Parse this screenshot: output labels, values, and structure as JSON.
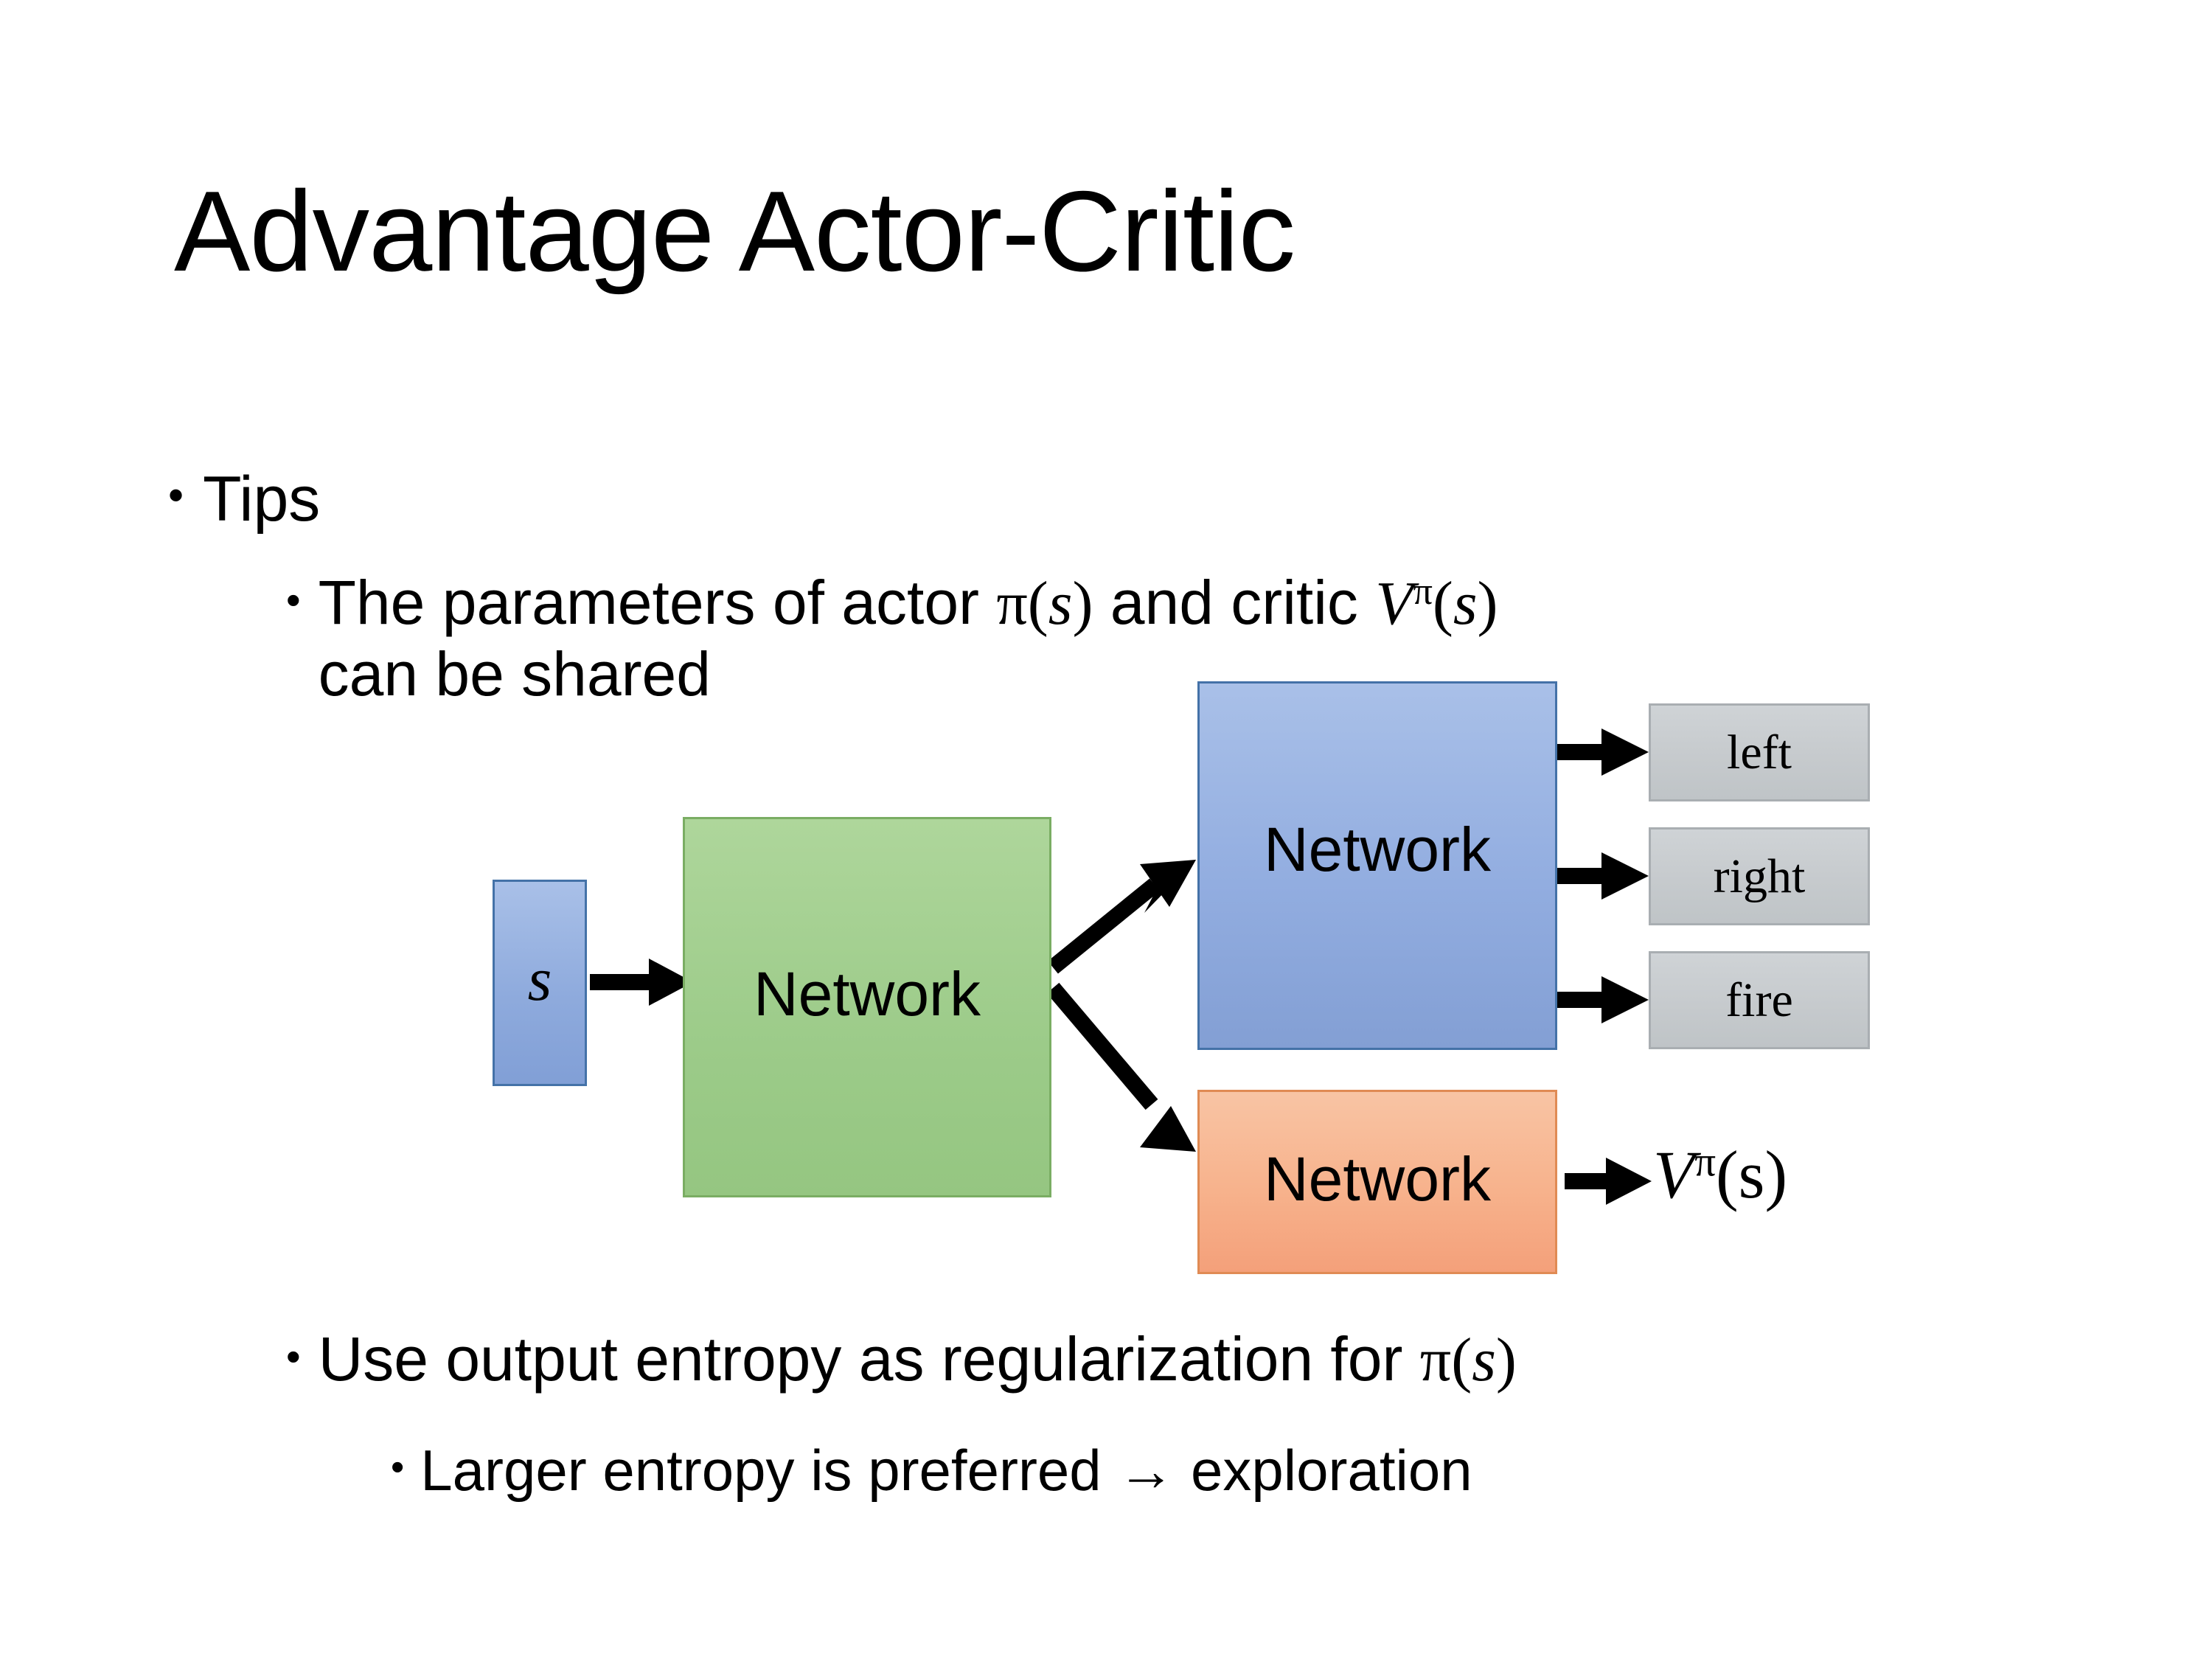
{
  "slide": {
    "title": "Advantage Actor-Critic",
    "background_color": "#ffffff",
    "text_color": "#000000"
  },
  "bullets": [
    {
      "level": 1,
      "marker": "•",
      "text": "Tips"
    },
    {
      "level": 2,
      "marker": "•",
      "text_before": "The parameters of actor ",
      "math_1": "π(s)",
      "text_middle": "  and critic ",
      "math_2": "Vπ(s)",
      "text_after": "can be shared",
      "full_text": "The parameters of actor π(s)  and critic Vπ(s) can be shared"
    },
    {
      "level": 2,
      "marker": "•",
      "text_before": "Use output entropy as regularization for ",
      "math_1": "π(s)",
      "full_text": "Use output entropy as regularization for π(s)"
    },
    {
      "level": 3,
      "marker": "•",
      "text": "Larger entropy is preferred → exploration",
      "arrow_glyph": "→"
    }
  ],
  "diagram": {
    "nodes": {
      "state_input": {
        "label": "s",
        "style": "italic-serif",
        "fill": "#8fabdd",
        "border": "#4472a8"
      },
      "shared_network": {
        "label": "Network",
        "fill": "#9ccb89",
        "border": "#7aad63"
      },
      "actor_network": {
        "label": "Network",
        "fill": "#92ade0",
        "border": "#4472a8"
      },
      "critic_network": {
        "label": "Network",
        "fill": "#f7b28c",
        "border": "#e08b54"
      }
    },
    "action_outputs": [
      {
        "label": "left",
        "fill": "#c6cacd",
        "border": "#a9aeb2"
      },
      {
        "label": "right",
        "fill": "#c6cacd",
        "border": "#a9aeb2"
      },
      {
        "label": "fire",
        "fill": "#c6cacd",
        "border": "#a9aeb2"
      }
    ],
    "critic_output": {
      "base": "V",
      "superscript": "π",
      "argument": "(s)",
      "full": "Vπ(s)"
    },
    "edges": [
      {
        "from": "state_input",
        "to": "shared_network",
        "type": "arrow"
      },
      {
        "from": "shared_network",
        "to": "actor_network",
        "type": "arrow-diagonal-up"
      },
      {
        "from": "shared_network",
        "to": "critic_network",
        "type": "arrow-diagonal-down"
      },
      {
        "from": "actor_network",
        "to": "left",
        "type": "arrow"
      },
      {
        "from": "actor_network",
        "to": "right",
        "type": "arrow"
      },
      {
        "from": "actor_network",
        "to": "fire",
        "type": "arrow"
      },
      {
        "from": "critic_network",
        "to": "critic_output",
        "type": "arrow"
      }
    ],
    "arrow_color": "#000000"
  }
}
